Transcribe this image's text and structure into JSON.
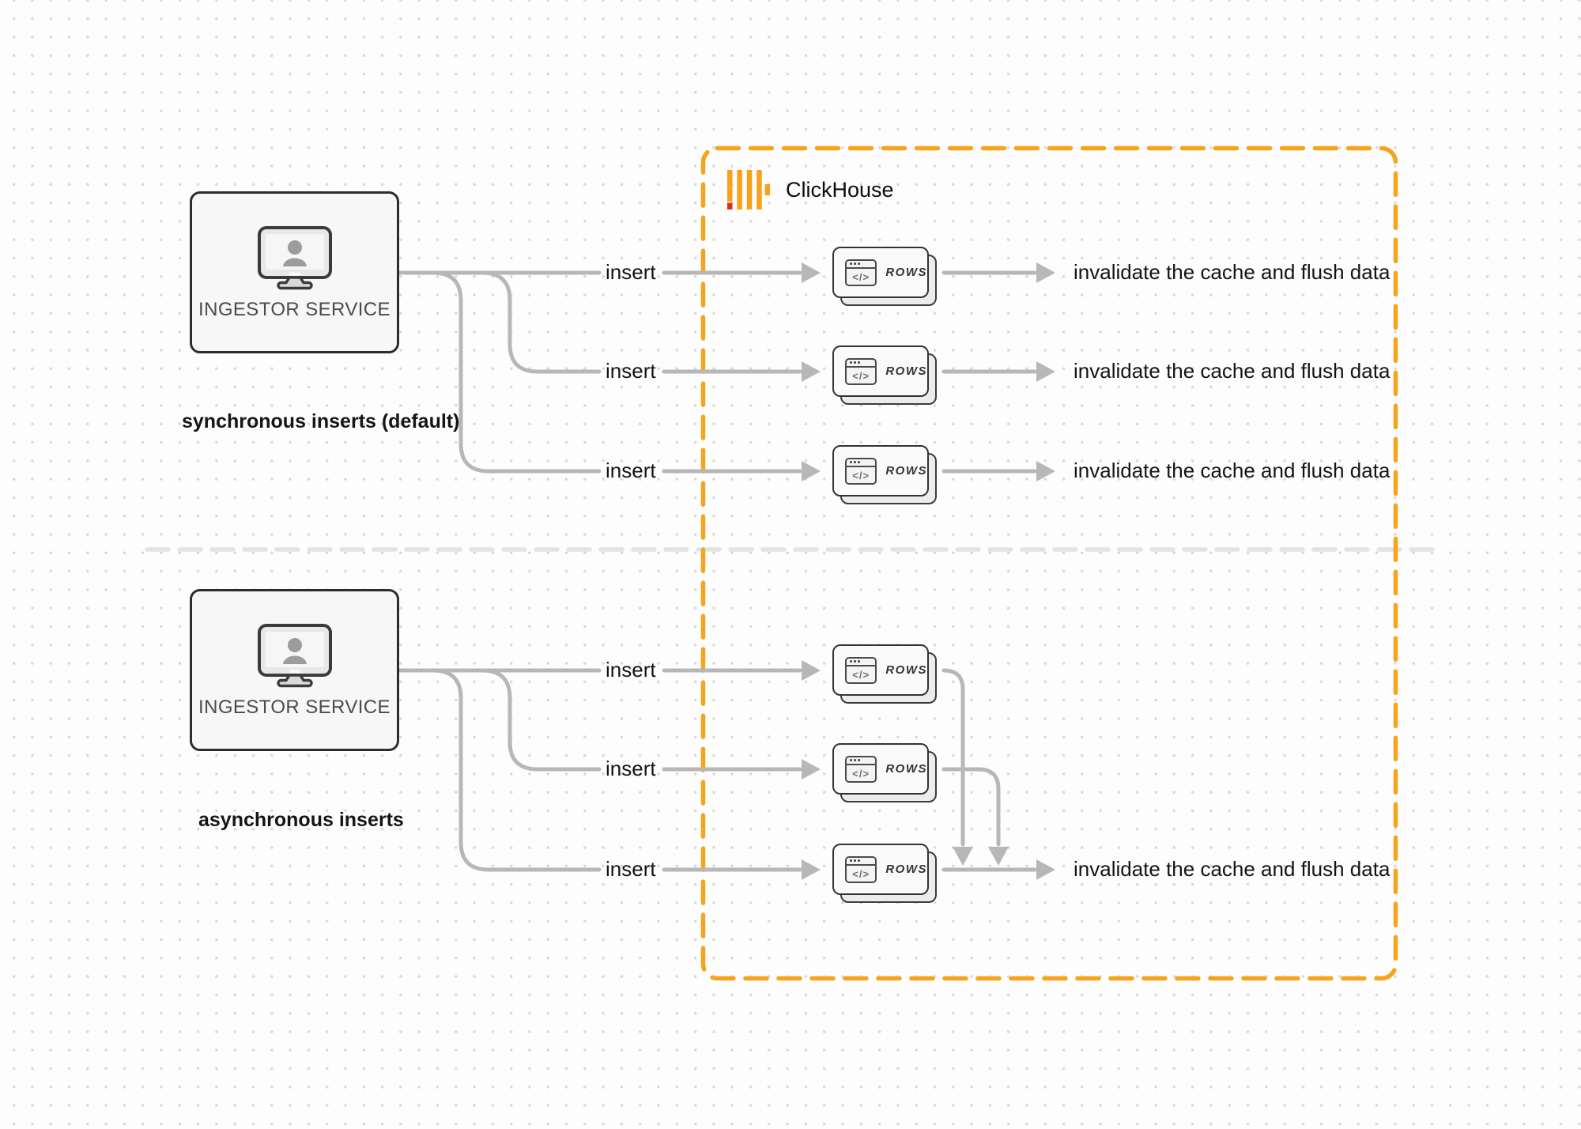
{
  "diagram": {
    "clickhouse": {
      "label": "ClickHouse"
    },
    "labels": {
      "code_glyph": "</>"
    },
    "colors": {
      "accent_orange": "#F7A41D",
      "logo_red": "#E8291C",
      "logo_amber": "#F9A javascript11B",
      "wire_gray": "#b7b7b7",
      "divider_gray": "#e3e3e3"
    },
    "sections": [
      {
        "caption": "synchronous inserts (default)",
        "service_label": "INGESTOR SERVICE",
        "rows": [
          {
            "insert": "insert",
            "rows": "ROWS",
            "result": "invalidate the cache and flush data"
          },
          {
            "insert": "insert",
            "rows": "ROWS",
            "result": "invalidate the cache and flush data"
          },
          {
            "insert": "insert",
            "rows": "ROWS",
            "result": "invalidate the cache and flush data"
          }
        ]
      },
      {
        "caption": "asynchronous inserts",
        "service_label": "INGESTOR SERVICE",
        "rows": [
          {
            "insert": "insert",
            "rows": "ROWS"
          },
          {
            "insert": "insert",
            "rows": "ROWS"
          },
          {
            "insert": "insert",
            "rows": "ROWS",
            "result": "invalidate the cache and flush data"
          }
        ]
      }
    ]
  }
}
